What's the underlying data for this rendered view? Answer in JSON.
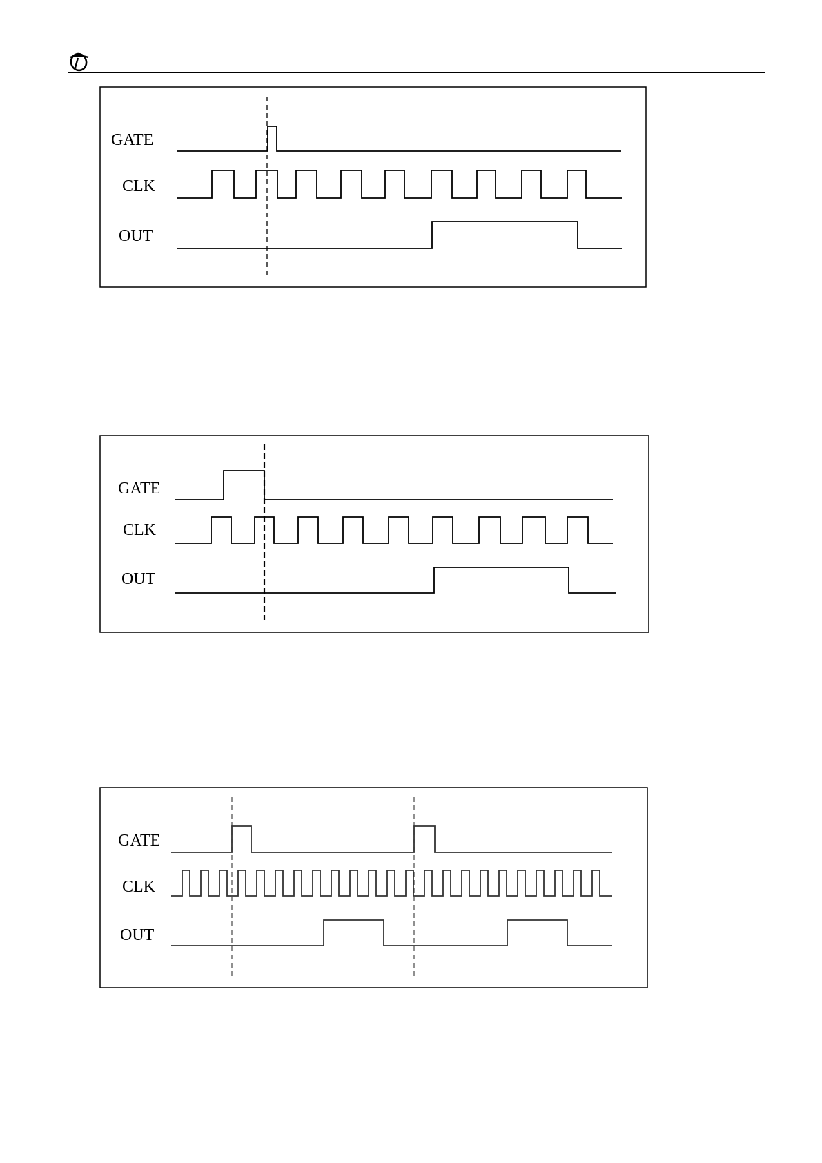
{
  "brand": {
    "logo_icon": "company-logo-icon"
  },
  "diagrams": [
    {
      "id": "diagram-1",
      "signals": [
        {
          "key": "gate",
          "label": "GATE"
        },
        {
          "key": "clk",
          "label": "CLK"
        },
        {
          "key": "out",
          "label": "OUT"
        }
      ],
      "clock_pulses": 9,
      "gate_pulse": "short pulse at the dashed marker",
      "output": "goes high on the 5th clock rising edge after the gate, returns low on the 9th"
    },
    {
      "id": "diagram-2",
      "signals": [
        {
          "key": "gate",
          "label": "GATE"
        },
        {
          "key": "clk",
          "label": "CLK"
        },
        {
          "key": "out",
          "label": "OUT"
        }
      ],
      "clock_pulses": 9,
      "gate_pulse": "falling edge at the dashed marker",
      "output": "goes high after the 5th clock, returns low on the 9th"
    },
    {
      "id": "diagram-3",
      "signals": [
        {
          "key": "gate",
          "label": "GATE"
        },
        {
          "key": "clk",
          "label": "CLK"
        },
        {
          "key": "out",
          "label": "OUT"
        }
      ],
      "clock_pulses": 23,
      "gate_pulse": "two retriggering pulses at the dashed markers",
      "output": "one pulse after each gate trigger"
    }
  ]
}
